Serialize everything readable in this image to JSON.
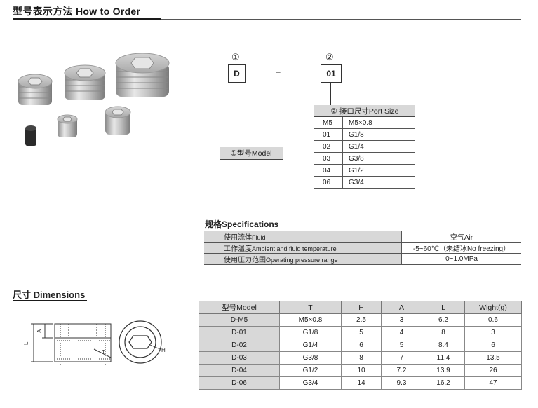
{
  "header": {
    "title": "型号表示方法 How to Order"
  },
  "order": {
    "circle1": "①",
    "circle2": "②",
    "code_model": "D",
    "separator": "–",
    "code_port": "01",
    "model_label": "①型号Model"
  },
  "port_size": {
    "header": "② 接口尺寸Port Size",
    "rows": [
      {
        "code": "M5",
        "size": "M5×0.8"
      },
      {
        "code": "01",
        "size": "G1/8"
      },
      {
        "code": "02",
        "size": "G1/4"
      },
      {
        "code": "03",
        "size": "G3/8"
      },
      {
        "code": "04",
        "size": "G1/2"
      },
      {
        "code": "06",
        "size": "G3/4"
      }
    ]
  },
  "specifications": {
    "title": "规格Specifications",
    "rows": [
      {
        "label_cn": "使用流体",
        "label_en": "Fluid",
        "value": "空气Air"
      },
      {
        "label_cn": "工作温度",
        "label_en": "Ambient and fluid temperature",
        "value": "-5~60℃（未结冰No freezing）"
      },
      {
        "label_cn": "使用压力范围",
        "label_en": "Operating pressure range",
        "value": "0~1.0MPa"
      }
    ]
  },
  "dimensions": {
    "title": "尺寸 Dimensions",
    "drawing_labels": {
      "L": "L",
      "A": "A",
      "T": "T",
      "H": "H"
    },
    "columns": [
      "型号Model",
      "T",
      "H",
      "A",
      "L",
      "Wight(g)"
    ],
    "rows": [
      [
        "D-M5",
        "M5×0.8",
        "2.5",
        "3",
        "6.2",
        "0.6"
      ],
      [
        "D-01",
        "G1/8",
        "5",
        "4",
        "8",
        "3"
      ],
      [
        "D-02",
        "G1/4",
        "6",
        "5",
        "8.4",
        "6"
      ],
      [
        "D-03",
        "G3/8",
        "8",
        "7",
        "11.4",
        "13.5"
      ],
      [
        "D-04",
        "G1/2",
        "10",
        "7.2",
        "13.9",
        "26"
      ],
      [
        "D-06",
        "G3/4",
        "14",
        "9.3",
        "16.2",
        "47"
      ]
    ]
  }
}
